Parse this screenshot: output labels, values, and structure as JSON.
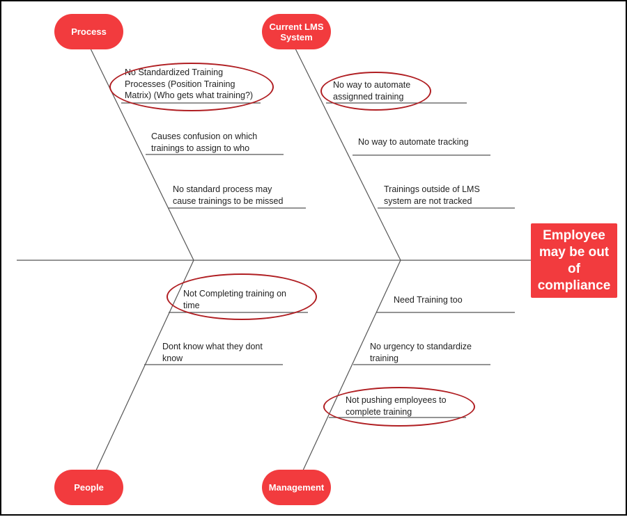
{
  "effect": {
    "label": "Employee\nmay be out\nof\ncompliance",
    "color": "#f23b3e"
  },
  "categories": {
    "process": "Process",
    "lms": "Current LMS\nSystem",
    "people": "People",
    "management": "Management"
  },
  "causes": {
    "process": [
      "No Standardized Training\nProcesses (Position Training\nMatrix) (Who gets what training?)",
      "Causes confusion on which\ntrainings to assign to who",
      "No standard process may\ncause trainings to be missed"
    ],
    "lms": [
      "No way to automate\nassignned training",
      "No way to automate tracking",
      "Trainings outside of LMS\nsystem are not tracked"
    ],
    "people": [
      "Not Completing training on\ntime",
      "Dont know what they dont\nknow"
    ],
    "management": [
      "Need Training too",
      "No urgency to standardize\ntraining",
      "Not pushing employees to\ncomplete training"
    ]
  },
  "colors": {
    "category_fill": "#f23b3e",
    "highlight_ring": "#b01e22",
    "line": "#555555"
  }
}
